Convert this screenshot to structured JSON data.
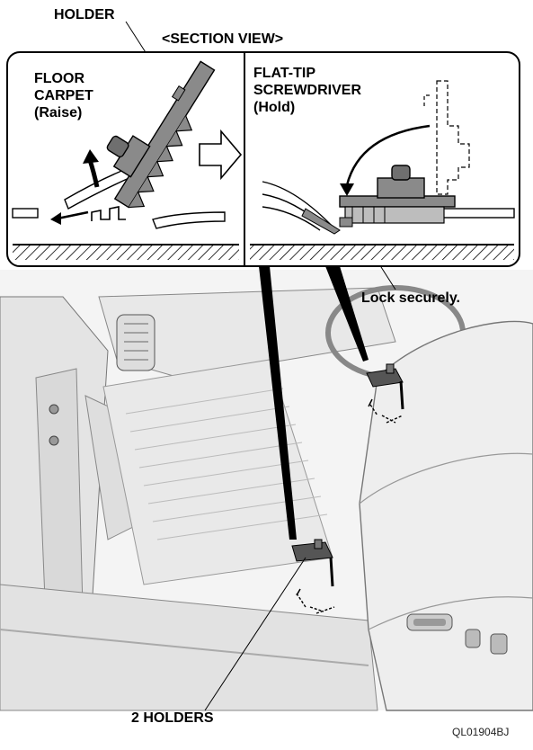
{
  "labels": {
    "holder": "HOLDER",
    "section_view": "<SECTION VIEW>",
    "floor_carpet_line1": "FLOOR",
    "floor_carpet_line2": "CARPET",
    "floor_carpet_line3": "(Raise)",
    "screwdriver_line1": "FLAT-TIP",
    "screwdriver_line2": "SCREWDRIVER",
    "screwdriver_line3": "(Hold)",
    "lock_securely": "Lock securely.",
    "two_holders": "2 HOLDERS",
    "figure_code": "QL01904BJ"
  },
  "colors": {
    "ink": "#000000",
    "holder_fill": "#8a8a8a",
    "car_fill": "#efefef",
    "car_shade": "#d6d6d6"
  }
}
